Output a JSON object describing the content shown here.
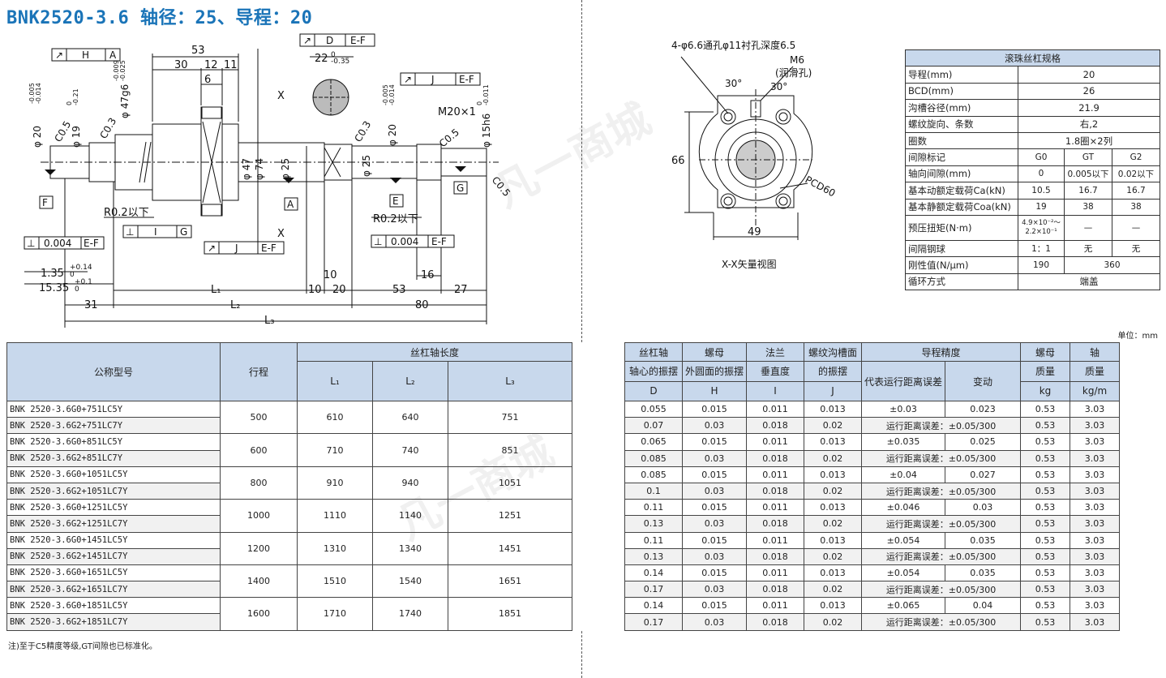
{
  "title": "BNK2520-3.6 轴径：25、导程：20",
  "drawing": {
    "dims": {
      "d53": "53",
      "d30": "30",
      "d12": "12",
      "d11": "11",
      "d6": "6",
      "d22": "22",
      "d22tol": "-0.35",
      "d22tol0": "0",
      "phi20": "φ 20",
      "phi20tol1": "-0.005",
      "phi20tol2": "-0.014",
      "phi19": "φ 19",
      "phi19tol1": "0",
      "phi19tol2": "-0.21",
      "phi47": "φ 47g6",
      "phi47tol1": "-0.009",
      "phi47tol2": "-0.025",
      "phi47b": "φ 47",
      "phi74": "φ 74",
      "phi25": "φ 25",
      "phi25b": "φ 25",
      "phi20b": "φ 20",
      "phi20btol1": "-0.005",
      "phi20btol2": "-0.014",
      "phi15": "φ 15h6",
      "phi15tol1": "0",
      "phi15tol2": "-0.011",
      "c05a": "C0.5",
      "c03a": "C0.3",
      "c03b": "C0.3",
      "c05b": "C0.5",
      "c05c": "C0.5",
      "m20": "M20×1",
      "r02a": "R0.2以下",
      "r02b": "R0.2以下",
      "d10a": "10",
      "d10b": "10",
      "d20": "20",
      "d53b": "53",
      "d16": "16",
      "d27": "27",
      "d31": "31",
      "d80": "80",
      "L1": "L₁",
      "L2": "L₂",
      "L3": "L₃",
      "d135": "1.35",
      "d135tol": "+0.14",
      "d135tol0": "0",
      "d1535": "15.35",
      "d1535tol": "+0.1",
      "d1535tol0": "0",
      "X1": "X",
      "X2": "X"
    },
    "frames": {
      "fH": {
        "sym": "↗",
        "val": "H",
        "ref": "A"
      },
      "fD": {
        "sym": "↗",
        "val": "D",
        "ref": "E-F"
      },
      "fJ": {
        "sym": "↗",
        "val": "J",
        "ref": "E-F"
      },
      "fI": {
        "sym": "⊥",
        "val": "I",
        "ref": "G"
      },
      "fJ2": {
        "sym": "↗",
        "val": "J",
        "ref": "E-F"
      },
      "fPerp1": {
        "sym": "⊥",
        "val": "0.004",
        "ref": "E-F"
      },
      "fPerp2": {
        "sym": "⊥",
        "val": "0.004",
        "ref": "E-F"
      }
    },
    "datums": {
      "F": "F",
      "A": "A",
      "E": "E",
      "G": "G"
    },
    "flange": {
      "holes": "4-φ6.6通孔φ11衬孔深度6.5",
      "m6": "M6",
      "lube": "(润滑孔)",
      "a30a": "30°",
      "a30b": "30°",
      "pcd": "PCD60",
      "h66": "66",
      "w49": "49",
      "view": "X-X矢量视图"
    }
  },
  "specs": {
    "header": "滚珠丝杠规格",
    "rows": [
      {
        "label": "导程(mm)",
        "value": "20"
      },
      {
        "label": "BCD(mm)",
        "value": "26"
      },
      {
        "label": "沟槽谷径(mm)",
        "value": "21.9"
      },
      {
        "label": "螺纹旋向、条数",
        "value": "右,2"
      },
      {
        "label": "圈数",
        "value": "1.8圈×2列"
      }
    ],
    "gap_label": "间隙标记",
    "gap": [
      "G0",
      "GT",
      "G2"
    ],
    "axial_label": "轴向间隙(mm)",
    "axial": [
      "0",
      "0.005以下",
      "0.02以下"
    ],
    "ca_label": "基本动额定载荷Ca(kN)",
    "ca": [
      "10.5",
      "16.7",
      "16.7"
    ],
    "coa_label": "基本静额定载荷Coa(kN)",
    "coa": [
      "19",
      "38",
      "38"
    ],
    "torque_label": "预压扭矩(N·m)",
    "torque": [
      "4.9×10⁻²～2.2×10⁻¹",
      "—",
      "—"
    ],
    "spacer_label": "间隔钢球",
    "spacer": [
      "1：1",
      "无",
      "无"
    ],
    "rigid_label": "刚性值(N/μm)",
    "rigid": [
      "190",
      "360"
    ],
    "circ_label": "循环方式",
    "circ": "端盖"
  },
  "unit_note": "单位：mm",
  "table": {
    "h_model": "公称型号",
    "h_stroke": "行程",
    "h_length": "丝杠轴长度",
    "h_L1": "L₁",
    "h_L2": "L₂",
    "h_L3": "L₃",
    "h_D1": "丝杠轴",
    "h_D2": "轴心的振摆",
    "h_D3": "D",
    "h_H1": "螺母",
    "h_H2": "外圆面的振摆",
    "h_H3": "H",
    "h_I1": "法兰",
    "h_I2": "垂直度",
    "h_I3": "I",
    "h_J1": "螺纹沟槽面",
    "h_J2": "的振摆",
    "h_J3": "J",
    "h_acc": "导程精度",
    "h_rep": "代表运行距离误差",
    "h_var": "变动",
    "h_nut1": "螺母",
    "h_nut2": "质量",
    "h_nut3": "kg",
    "h_shaft1": "轴",
    "h_shaft2": "质量",
    "h_shaft3": "kg/m",
    "groups": [
      {
        "stroke": "500",
        "L1": "610",
        "L2": "640",
        "L3": "751",
        "rows": [
          {
            "model": "BNK 2520-3.6G0+751LC5Y",
            "D": "0.055",
            "H": "0.015",
            "I": "0.011",
            "J": "0.013",
            "rep": "±0.03",
            "var": "0.023",
            "nut": "0.53",
            "shaft": "3.03"
          },
          {
            "model": "BNK 2520-3.6G2+751LC7Y",
            "D": "0.07",
            "H": "0.03",
            "I": "0.018",
            "J": "0.02",
            "travel": "运行距离误差：±0.05/300",
            "nut": "0.53",
            "shaft": "3.03"
          }
        ]
      },
      {
        "stroke": "600",
        "L1": "710",
        "L2": "740",
        "L3": "851",
        "rows": [
          {
            "model": "BNK 2520-3.6G0+851LC5Y",
            "D": "0.065",
            "H": "0.015",
            "I": "0.011",
            "J": "0.013",
            "rep": "±0.035",
            "var": "0.025",
            "nut": "0.53",
            "shaft": "3.03"
          },
          {
            "model": "BNK 2520-3.6G2+851LC7Y",
            "D": "0.085",
            "H": "0.03",
            "I": "0.018",
            "J": "0.02",
            "travel": "运行距离误差：±0.05/300",
            "nut": "0.53",
            "shaft": "3.03"
          }
        ]
      },
      {
        "stroke": "800",
        "L1": "910",
        "L2": "940",
        "L3": "1051",
        "rows": [
          {
            "model": "BNK 2520-3.6G0+1051LC5Y",
            "D": "0.085",
            "H": "0.015",
            "I": "0.011",
            "J": "0.013",
            "rep": "±0.04",
            "var": "0.027",
            "nut": "0.53",
            "shaft": "3.03"
          },
          {
            "model": "BNK 2520-3.6G2+1051LC7Y",
            "D": "0.1",
            "H": "0.03",
            "I": "0.018",
            "J": "0.02",
            "travel": "运行距离误差：±0.05/300",
            "nut": "0.53",
            "shaft": "3.03"
          }
        ]
      },
      {
        "stroke": "1000",
        "L1": "1110",
        "L2": "1140",
        "L3": "1251",
        "rows": [
          {
            "model": "BNK 2520-3.6G0+1251LC5Y",
            "D": "0.11",
            "H": "0.015",
            "I": "0.011",
            "J": "0.013",
            "rep": "±0.046",
            "var": "0.03",
            "nut": "0.53",
            "shaft": "3.03"
          },
          {
            "model": "BNK 2520-3.6G2+1251LC7Y",
            "D": "0.13",
            "H": "0.03",
            "I": "0.018",
            "J": "0.02",
            "travel": "运行距离误差：±0.05/300",
            "nut": "0.53",
            "shaft": "3.03"
          }
        ]
      },
      {
        "stroke": "1200",
        "L1": "1310",
        "L2": "1340",
        "L3": "1451",
        "rows": [
          {
            "model": "BNK 2520-3.6G0+1451LC5Y",
            "D": "0.11",
            "H": "0.015",
            "I": "0.011",
            "J": "0.013",
            "rep": "±0.054",
            "var": "0.035",
            "nut": "0.53",
            "shaft": "3.03"
          },
          {
            "model": "BNK 2520-3.6G2+1451LC7Y",
            "D": "0.13",
            "H": "0.03",
            "I": "0.018",
            "J": "0.02",
            "travel": "运行距离误差：±0.05/300",
            "nut": "0.53",
            "shaft": "3.03"
          }
        ]
      },
      {
        "stroke": "1400",
        "L1": "1510",
        "L2": "1540",
        "L3": "1651",
        "rows": [
          {
            "model": "BNK 2520-3.6G0+1651LC5Y",
            "D": "0.14",
            "H": "0.015",
            "I": "0.011",
            "J": "0.013",
            "rep": "±0.054",
            "var": "0.035",
            "nut": "0.53",
            "shaft": "3.03"
          },
          {
            "model": "BNK 2520-3.6G2+1651LC7Y",
            "D": "0.17",
            "H": "0.03",
            "I": "0.018",
            "J": "0.02",
            "travel": "运行距离误差：±0.05/300",
            "nut": "0.53",
            "shaft": "3.03"
          }
        ]
      },
      {
        "stroke": "1600",
        "L1": "1710",
        "L2": "1740",
        "L3": "1851",
        "rows": [
          {
            "model": "BNK 2520-3.6G0+1851LC5Y",
            "D": "0.14",
            "H": "0.015",
            "I": "0.011",
            "J": "0.013",
            "rep": "±0.065",
            "var": "0.04",
            "nut": "0.53",
            "shaft": "3.03"
          },
          {
            "model": "BNK 2520-3.6G2+1851LC7Y",
            "D": "0.17",
            "H": "0.03",
            "I": "0.018",
            "J": "0.02",
            "travel": "运行距离误差：±0.05/300",
            "nut": "0.53",
            "shaft": "3.03"
          }
        ]
      }
    ]
  },
  "note": "注)至于C5精度等级,GT间隙也已标准化。",
  "watermark": "凡一商城"
}
